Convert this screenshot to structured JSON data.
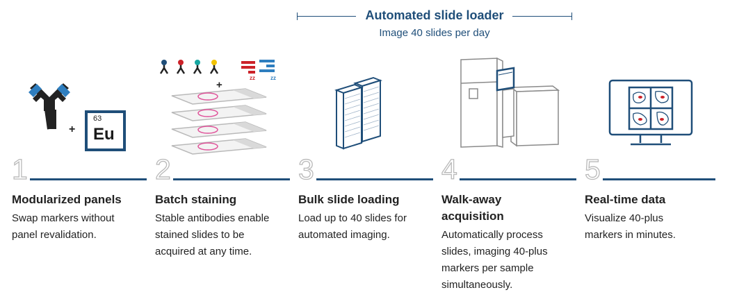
{
  "banner": {
    "title": "Automated slide loader",
    "subtitle": "Image 40 slides per day"
  },
  "icons": {
    "step1": "antibody-plus-europium-icon",
    "step2": "stacked-slides-icon",
    "step3": "slide-boxes-icon",
    "step4": "imaging-instrument-icon",
    "step5": "monitor-icon"
  },
  "element_tile": {
    "number": "63",
    "symbol": "Eu"
  },
  "plus_sign": "+",
  "zz_label": "zz",
  "steps": [
    {
      "number": "1",
      "title": "Modularized panels",
      "description": "Swap markers without panel revalidation."
    },
    {
      "number": "2",
      "title": "Batch staining",
      "description": "Stable antibodies enable stained slides to be acquired at any time."
    },
    {
      "number": "3",
      "title": "Bulk slide loading",
      "description": "Load up to 40 slides for automated imaging."
    },
    {
      "number": "4",
      "title": "Walk-away acquisition",
      "description": "Automatically process slides, imaging 40-plus markers per sample simultaneously."
    },
    {
      "number": "5",
      "title": "Real-time data",
      "description": "Visualize 40-plus markers in minutes."
    }
  ],
  "colors": {
    "navy": "#1f4e79",
    "blue": "#2e7ebf",
    "gray": "#b9b9b9",
    "dark": "#222222",
    "pink": "#e0539a",
    "red": "#cc2229",
    "teal": "#16a6a1",
    "yellow": "#f2c300"
  }
}
